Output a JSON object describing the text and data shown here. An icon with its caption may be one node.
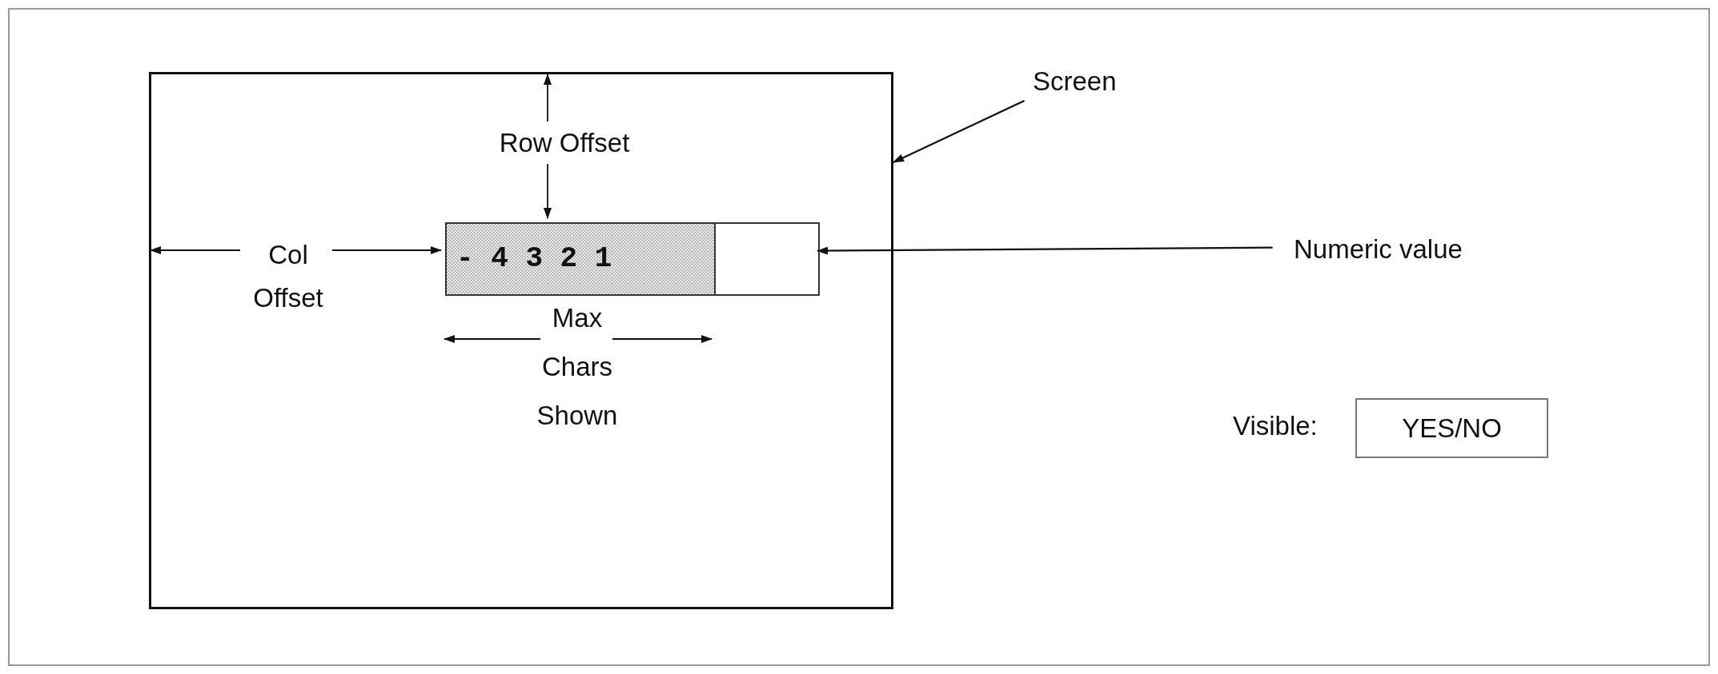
{
  "diagram": {
    "nodes": [
      {
        "text": [],
        "shape": "box"
      },
      {
        "text": [
          "Screen"
        ]
      },
      {
        "text": [
          "- 4 3 2 1"
        ],
        "in": 0
      },
      {
        "text": [],
        "shape": "box",
        "in": 0
      },
      {
        "text": [
          "Numeric value"
        ]
      },
      {
        "text": [
          "YES/NO"
        ],
        "beside": [
          "Visible:"
        ]
      }
    ],
    "edges": [
      {
        "from": 1,
        "to": 0,
        "arrow": "to"
      },
      {
        "from": 4,
        "to": 3,
        "arrow": "to"
      }
    ],
    "labels": [
      "Row Offset",
      "Col Offset",
      "Max Chars Shown"
    ]
  }
}
